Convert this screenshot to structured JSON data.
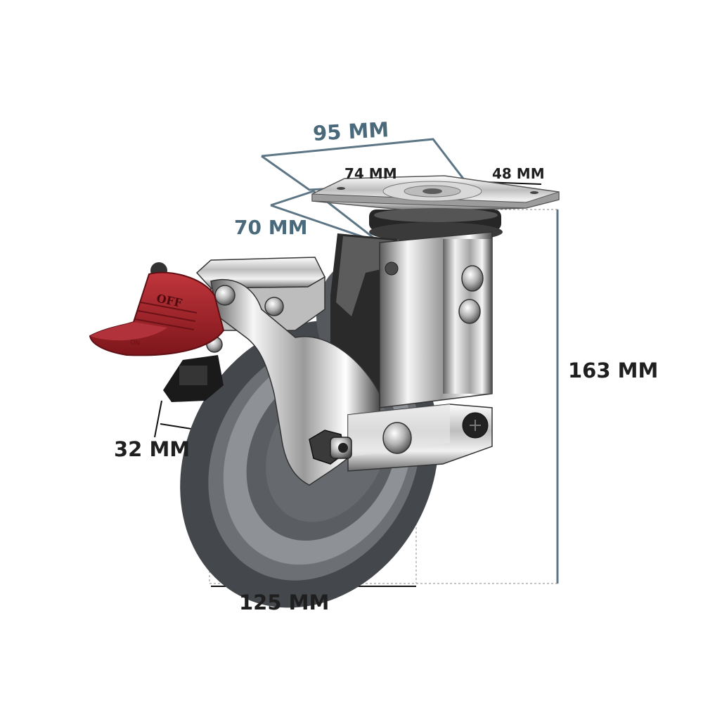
{
  "dimensions": {
    "top_plate_diagonal": "95 MM",
    "top_plate_length": "74 MM",
    "top_plate_width": "48 MM",
    "top_plate_side": "70 MM",
    "total_height": "163 MM",
    "wheel_width": "32 MM",
    "wheel_diameter": "125 MM"
  },
  "brake_pedal_text": "OFF",
  "brake_pedal_text_lower": "ON",
  "colors": {
    "dimension_line": "#5d7584",
    "chrome_light": "#f4f4f4",
    "chrome_dark": "#3a3a3a",
    "wheel_tread": "#4a4d52",
    "wheel_hub": "#8a8d92",
    "brake_pedal": "#a3232b"
  }
}
